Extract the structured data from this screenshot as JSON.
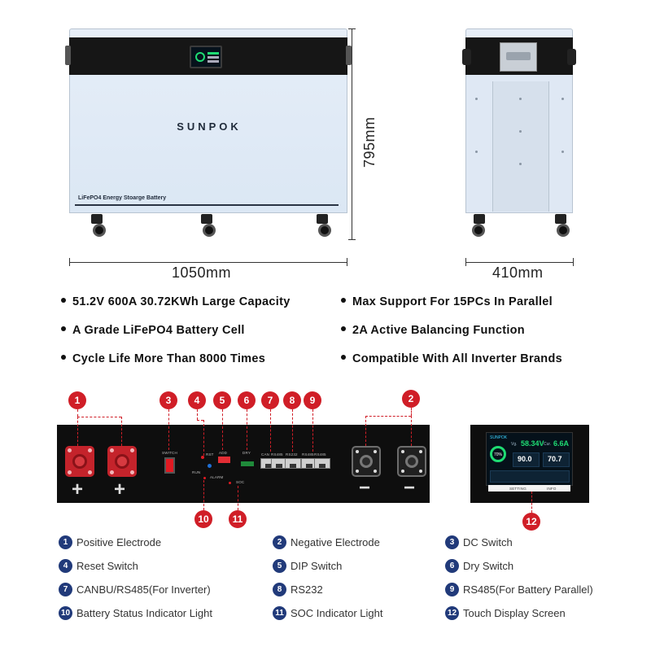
{
  "dimensions": {
    "height": "795mm",
    "width": "1050mm",
    "depth": "410mm"
  },
  "product": {
    "brand": "SUNPOK",
    "label": "LiFePO4 Energy Stoarge Battery"
  },
  "features": [
    "51.2V 600A 30.72KWh Large Capacity",
    "A Grade LiFePO4 Battery Cell",
    "Cycle Life More Than 8000 Times",
    "Max Support For 15PCs In Parallel",
    "2A Active Balancing Function",
    "Compatible With All Inverter Brands"
  ],
  "panel": {
    "labels": {
      "switch": "SWITCH",
      "rst": "RST",
      "add": "ADD",
      "dry": "DRY",
      "can": "CAN",
      "rs485": "RS485",
      "rs232": "RS232",
      "rs485a": "RS485",
      "rs485b": "RS485",
      "run": "RUN",
      "alarm": "ALARM",
      "soc": "SOC"
    },
    "plus_sign": "+",
    "minus_sign": "−",
    "callouts": [
      "1",
      "2",
      "3",
      "4",
      "5",
      "6",
      "7",
      "8",
      "9",
      "10",
      "11",
      "12"
    ]
  },
  "display": {
    "brand": "SUNPOK",
    "vg_label": "Vg.",
    "voltage": "58.34V",
    "cur_label": "Cur.",
    "current": "6.6A",
    "soc": "70%",
    "val1": "90.0",
    "val2": "70.7",
    "btn_left": "SETTING",
    "btn_right": "INFO"
  },
  "legend": [
    {
      "n": "1",
      "text": "Positive Electrode"
    },
    {
      "n": "2",
      "text": "Negative Electrode"
    },
    {
      "n": "3",
      "text": "DC Switch"
    },
    {
      "n": "4",
      "text": "Reset Switch"
    },
    {
      "n": "5",
      "text": "DIP Switch"
    },
    {
      "n": "6",
      "text": "Dry Switch"
    },
    {
      "n": "7",
      "text": "CANBU/RS485(For Inverter)"
    },
    {
      "n": "8",
      "text": "RS232"
    },
    {
      "n": "9",
      "text": "RS485(For Battery Parallel)"
    },
    {
      "n": "10",
      "text": "Battery Status Indicator Light"
    },
    {
      "n": "11",
      "text": "SOC Indicator Light"
    },
    {
      "n": "12",
      "text": "Touch Display Screen"
    }
  ]
}
